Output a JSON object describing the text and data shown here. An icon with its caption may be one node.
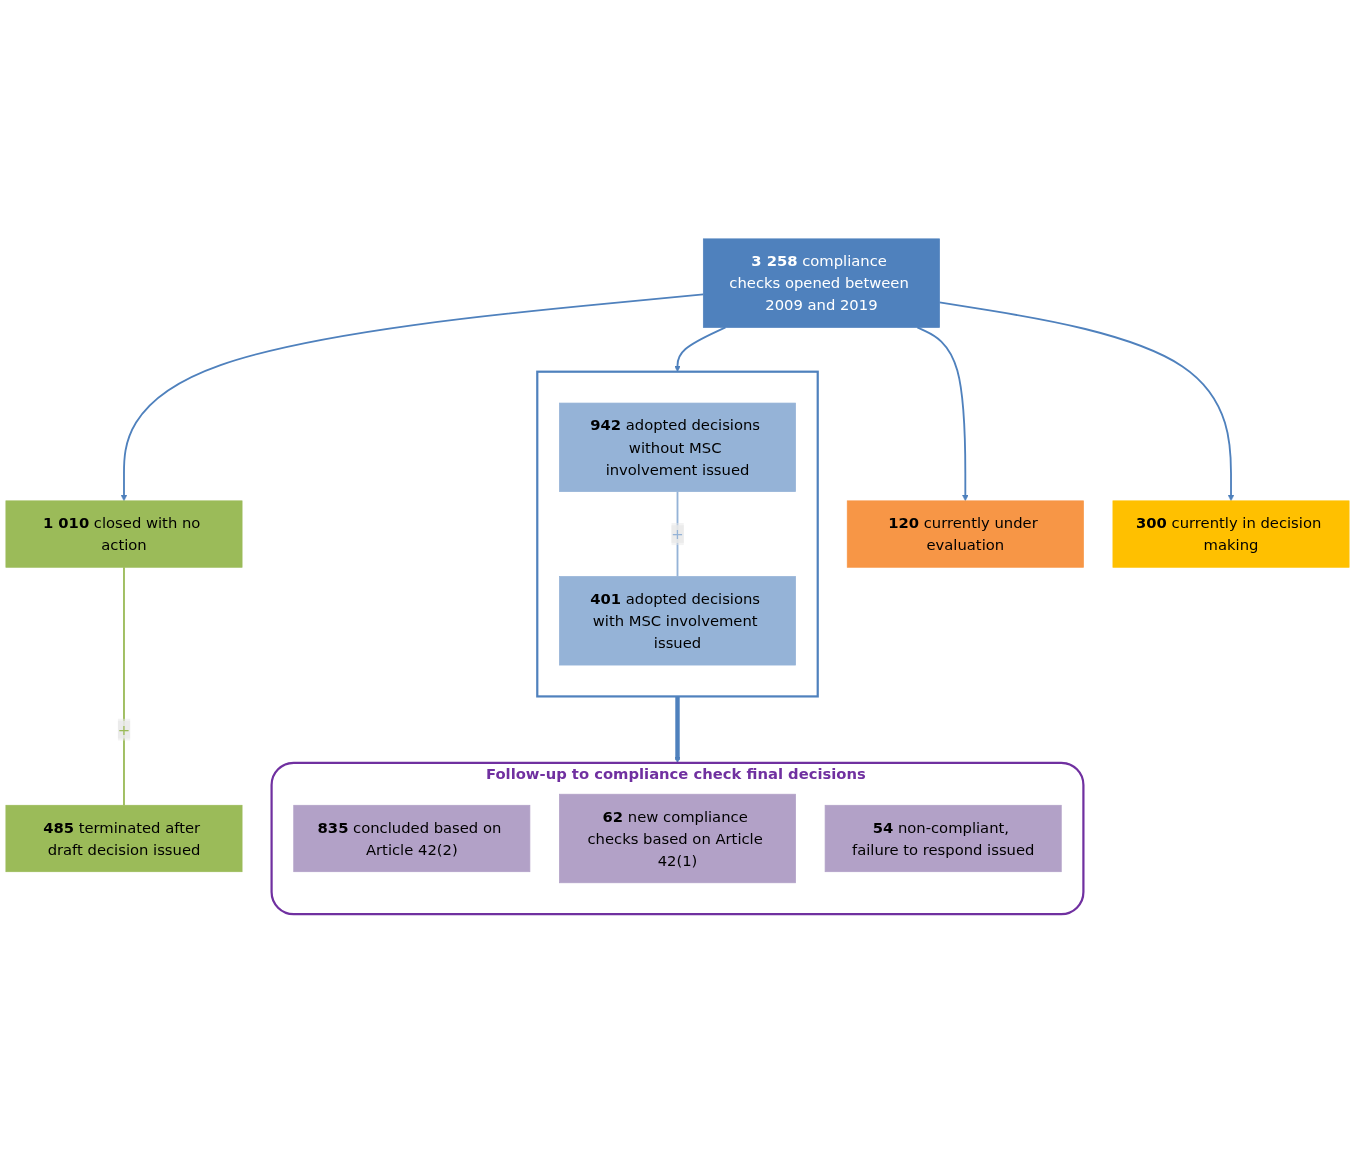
{
  "diagram": {
    "nodes": [
      {
        "text": [
          "**3 258** compliance checks opened between 2009 and 2019"
        ]
      },
      {
        "text": [
          "**1 010** closed with no action"
        ]
      },
      {
        "text": [
          "**485** terminated after draft decision issued"
        ]
      },
      {
        "text": [],
        "shape": "box"
      },
      {
        "text": [
          "**942** adopted decisions without MSC involvement issued"
        ],
        "in": 3
      },
      {
        "text": [
          "**401** adopted decisions with MSC involvement issued"
        ],
        "in": 3
      },
      {
        "text": [
          "**120** currently under evaluation"
        ]
      },
      {
        "text": [
          "**300** currently in decision making"
        ]
      },
      {
        "text": [
          "Follow-up to compliance check final decisions"
        ]
      },
      {
        "text": [
          "**835** concluded based on Article 42(2)"
        ],
        "in": 8
      },
      {
        "text": [
          "**62** new compliance checks based on Article 42(1)"
        ],
        "in": 8
      },
      {
        "text": [
          "**54** non-compliant, failure to respond issued"
        ],
        "in": 8
      }
    ],
    "edges": [
      {
        "from": 0,
        "to": 1,
        "arrow": "to"
      },
      {
        "from": 0,
        "to": 3,
        "arrow": "to"
      },
      {
        "from": 0,
        "to": 7,
        "arrow": "to"
      },
      {
        "from": 0,
        "to": 6,
        "arrow": "to"
      },
      {
        "from": 1,
        "to": 2,
        "arrow": "none",
        "label": "+",
        "color": "#9bbb59"
      },
      {
        "from": 4,
        "to": 5,
        "arrow": "none",
        "label": "+",
        "color": "#95b3d7"
      },
      {
        "from": 3,
        "to": 8,
        "arrow": "to",
        "style": "thick"
      }
    ]
  }
}
